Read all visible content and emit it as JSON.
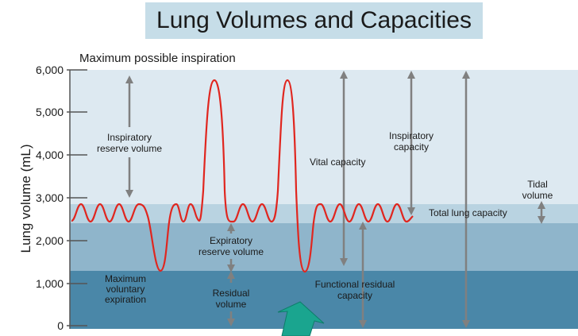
{
  "title": "Lung Volumes and Capacities",
  "y_axis": {
    "label": "Lung volume (mL)",
    "ticks": [
      "6,000",
      "5,000",
      "4,000",
      "3,000",
      "2,000",
      "1,000",
      "0"
    ]
  },
  "labels": {
    "max_inspiration": "Maximum possible inspiration",
    "irv_1": "Inspiratory",
    "irv_2": "reserve volume",
    "erv_1": "Expiratory",
    "erv_2": "reserve volume",
    "rv_1": "Residual",
    "rv_2": "volume",
    "mve_1": "Maximum",
    "mve_2": "voluntary",
    "mve_3": "expiration",
    "vital_capacity": "Vital capacity",
    "ic_1": "Inspiratory",
    "ic_2": "capacity",
    "frc_1": "Functional residual",
    "frc_2": "capacity",
    "tlc": "Total lung capacity",
    "tv_1": "Tidal",
    "tv_2": "volume"
  },
  "colors": {
    "title_bg": "#c6dde8",
    "zone_irv": "#dde9f1",
    "zone_tidal": "#b9d3e1",
    "zone_erv": "#8fb5cb",
    "zone_rv": "#4a87a8",
    "trace": "#e0261f",
    "arrow": "#808080",
    "cursor": "#1aa58f"
  }
}
